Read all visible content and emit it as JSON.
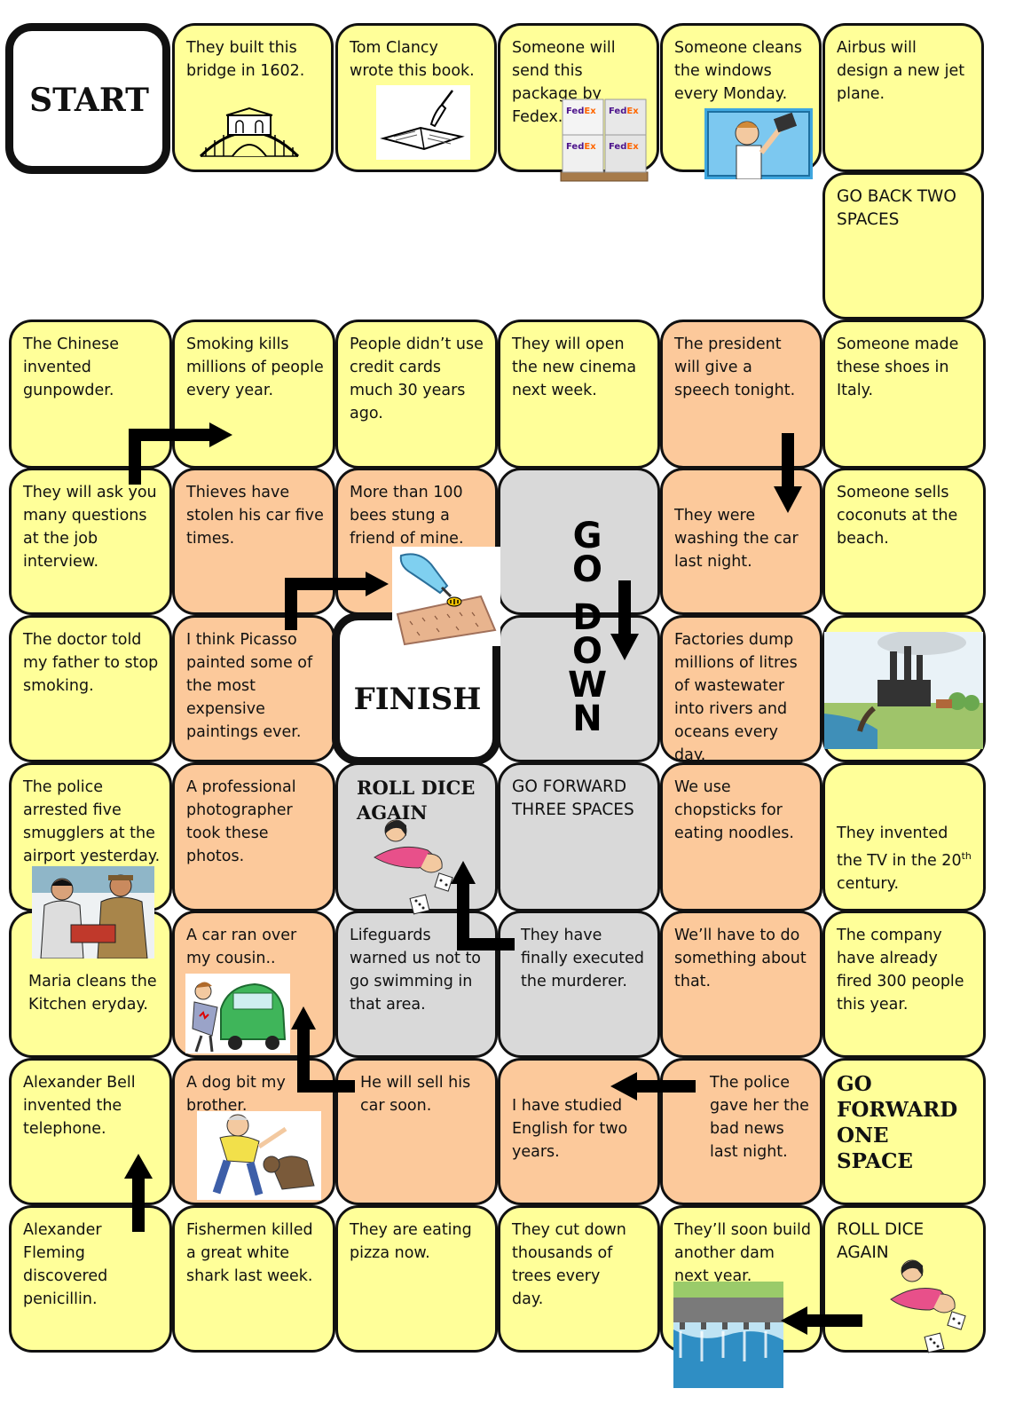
{
  "board": {
    "start": "START",
    "finish": "FINISH",
    "go_down": [
      "G",
      "O",
      "D",
      "O",
      "W",
      "N"
    ],
    "squares": {
      "r1c2": "They built this bridge in 1602.",
      "r1c3": "Tom Clancy wrote this book.",
      "r1c4": "Someone will send this package by Fedex.",
      "r1c5": "Someone cleans the windows every Monday.",
      "r1c6": "Airbus will design a new jet plane.",
      "r2c6": "GO BACK TWO SPACES",
      "r3c1": "The Chinese invented gunpowder.",
      "r3c2": "Smoking kills millions of people every year.",
      "r3c3": "People didn’t use credit cards much 30 years ago.",
      "r3c4": "They will open the new cinema next week.",
      "r3c5": "The president will give a speech tonight.",
      "r3c6": "Someone made these shoes in Italy.",
      "r4c1": "They will ask you many questions at the job interview.",
      "r4c2": "Thieves have stolen his car five times.",
      "r4c3": "More than 100 bees stung a friend of mine.",
      "r4c5": "They were washing the car last night.",
      "r4c6": "Someone sells coconuts at the beach.",
      "r5c1": "The doctor told my father to stop smoking.",
      "r5c2": "I think Picasso painted some of the most expensive paintings ever.",
      "r5c5": "Factories dump millions of litres of wastewater into rivers and oceans every day.",
      "r6c1": "The police arrested five smugglers at the airport yesterday.",
      "r6c2": "A professional photographer took these photos.",
      "r6c3": "ROLL DICE AGAIN",
      "r6c4": "GO FORWARD THREE SPACES",
      "r6c5": "We use chopsticks for eating noodles.",
      "r6c6_a": "They invented the TV in the 20",
      "r6c6_sup": "th",
      "r6c6_b": "century.",
      "r7c1": "Maria cleans the Kitchen eryday.",
      "r7c2": "A car ran over my cousin..",
      "r7c3": "Lifeguards warned us not to go swimming in that area.",
      "r7c4": "They have finally executed the murderer.",
      "r7c5": "We’ll have to do something about that.",
      "r7c6": "The company have already fired 300 people this year.",
      "r8c1": "Alexander Bell invented the telephone.",
      "r8c2": "A dog bit my brother.",
      "r8c3": "He will sell his car soon.",
      "r8c4": "I have studied English for two years.",
      "r8c5": "The police gave her the bad news last night.",
      "r8c6": "GO FORWARD ONE SPACE",
      "r9c1": "Alexander Fleming discovered penicillin.",
      "r9c2": "Fishermen killed a great white shark last week.",
      "r9c3": "They are eating pizza now.",
      "r9c4": "They cut down thousands of trees every day.",
      "r9c5": "They’ll soon build another dam next year.",
      "r9c6": "ROLL DICE AGAIN"
    },
    "pictures": {
      "fedex_brand": "FedEx"
    },
    "colors": {
      "yellow": "#ffff99",
      "orange": "#fcc99b",
      "gray": "#d9d9d9",
      "border": "#111111"
    }
  }
}
